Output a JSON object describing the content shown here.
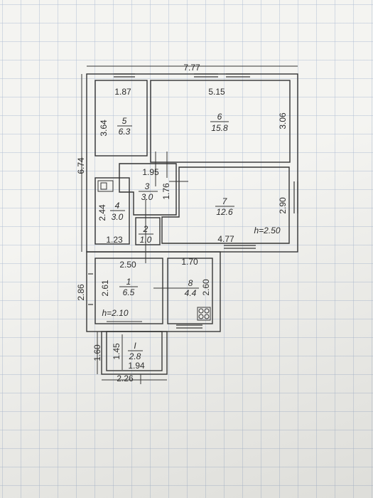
{
  "overall": {
    "top_width": "7.77",
    "left_height": "6.74",
    "porch_left_height": "1.60",
    "porch_bottom_width": "2.26",
    "lower_left_height": "2.86"
  },
  "rooms": [
    {
      "number": "5",
      "area": "6.3",
      "width": "1.87",
      "length": "3.64"
    },
    {
      "number": "6",
      "area": "15.8",
      "width": "5.15",
      "length": "3.06"
    },
    {
      "number": "3",
      "area": "3.0",
      "width": "1.95",
      "length": "1.76"
    },
    {
      "number": "4",
      "area": "3.0",
      "width": "1.23",
      "length": "2.44"
    },
    {
      "number": "7",
      "area": "12.6",
      "width": "4.77",
      "length": "2.90",
      "height": "h=2.50"
    },
    {
      "number": "2",
      "area": "1.0"
    },
    {
      "number": "1",
      "area": "6.5",
      "width": "2.50",
      "length": "2.61",
      "height": "h=2.10"
    },
    {
      "number": "8",
      "area": "4.4",
      "width": "1.70",
      "length": "2.60"
    },
    {
      "number": "I",
      "area": "2.8",
      "width": "1.94",
      "length": "1.45"
    }
  ]
}
